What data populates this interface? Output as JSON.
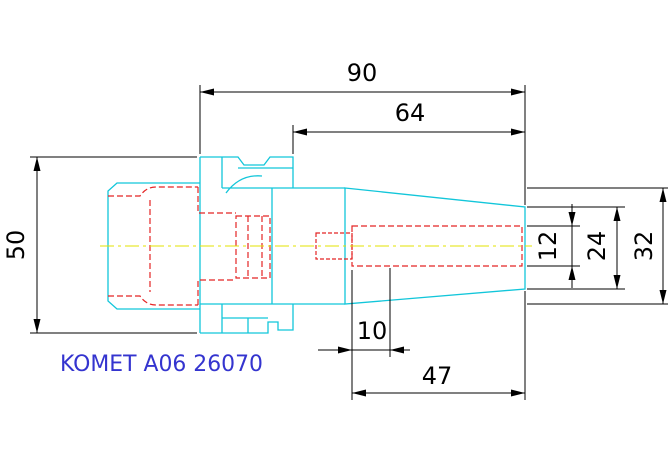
{
  "drawing": {
    "label": "KOMET A06 26070"
  },
  "dimensions": {
    "top_outer": "90",
    "top_inner": "64",
    "left": "50",
    "bottom_short": "10",
    "bottom_long": "47",
    "right_inner": "12",
    "right_middle": "24",
    "right_outer": "32"
  },
  "colors": {
    "outline": "#12c6da",
    "hidden": "#e42424",
    "center": "#e3e300",
    "dimension": "#000000",
    "label": "#3434cf"
  }
}
